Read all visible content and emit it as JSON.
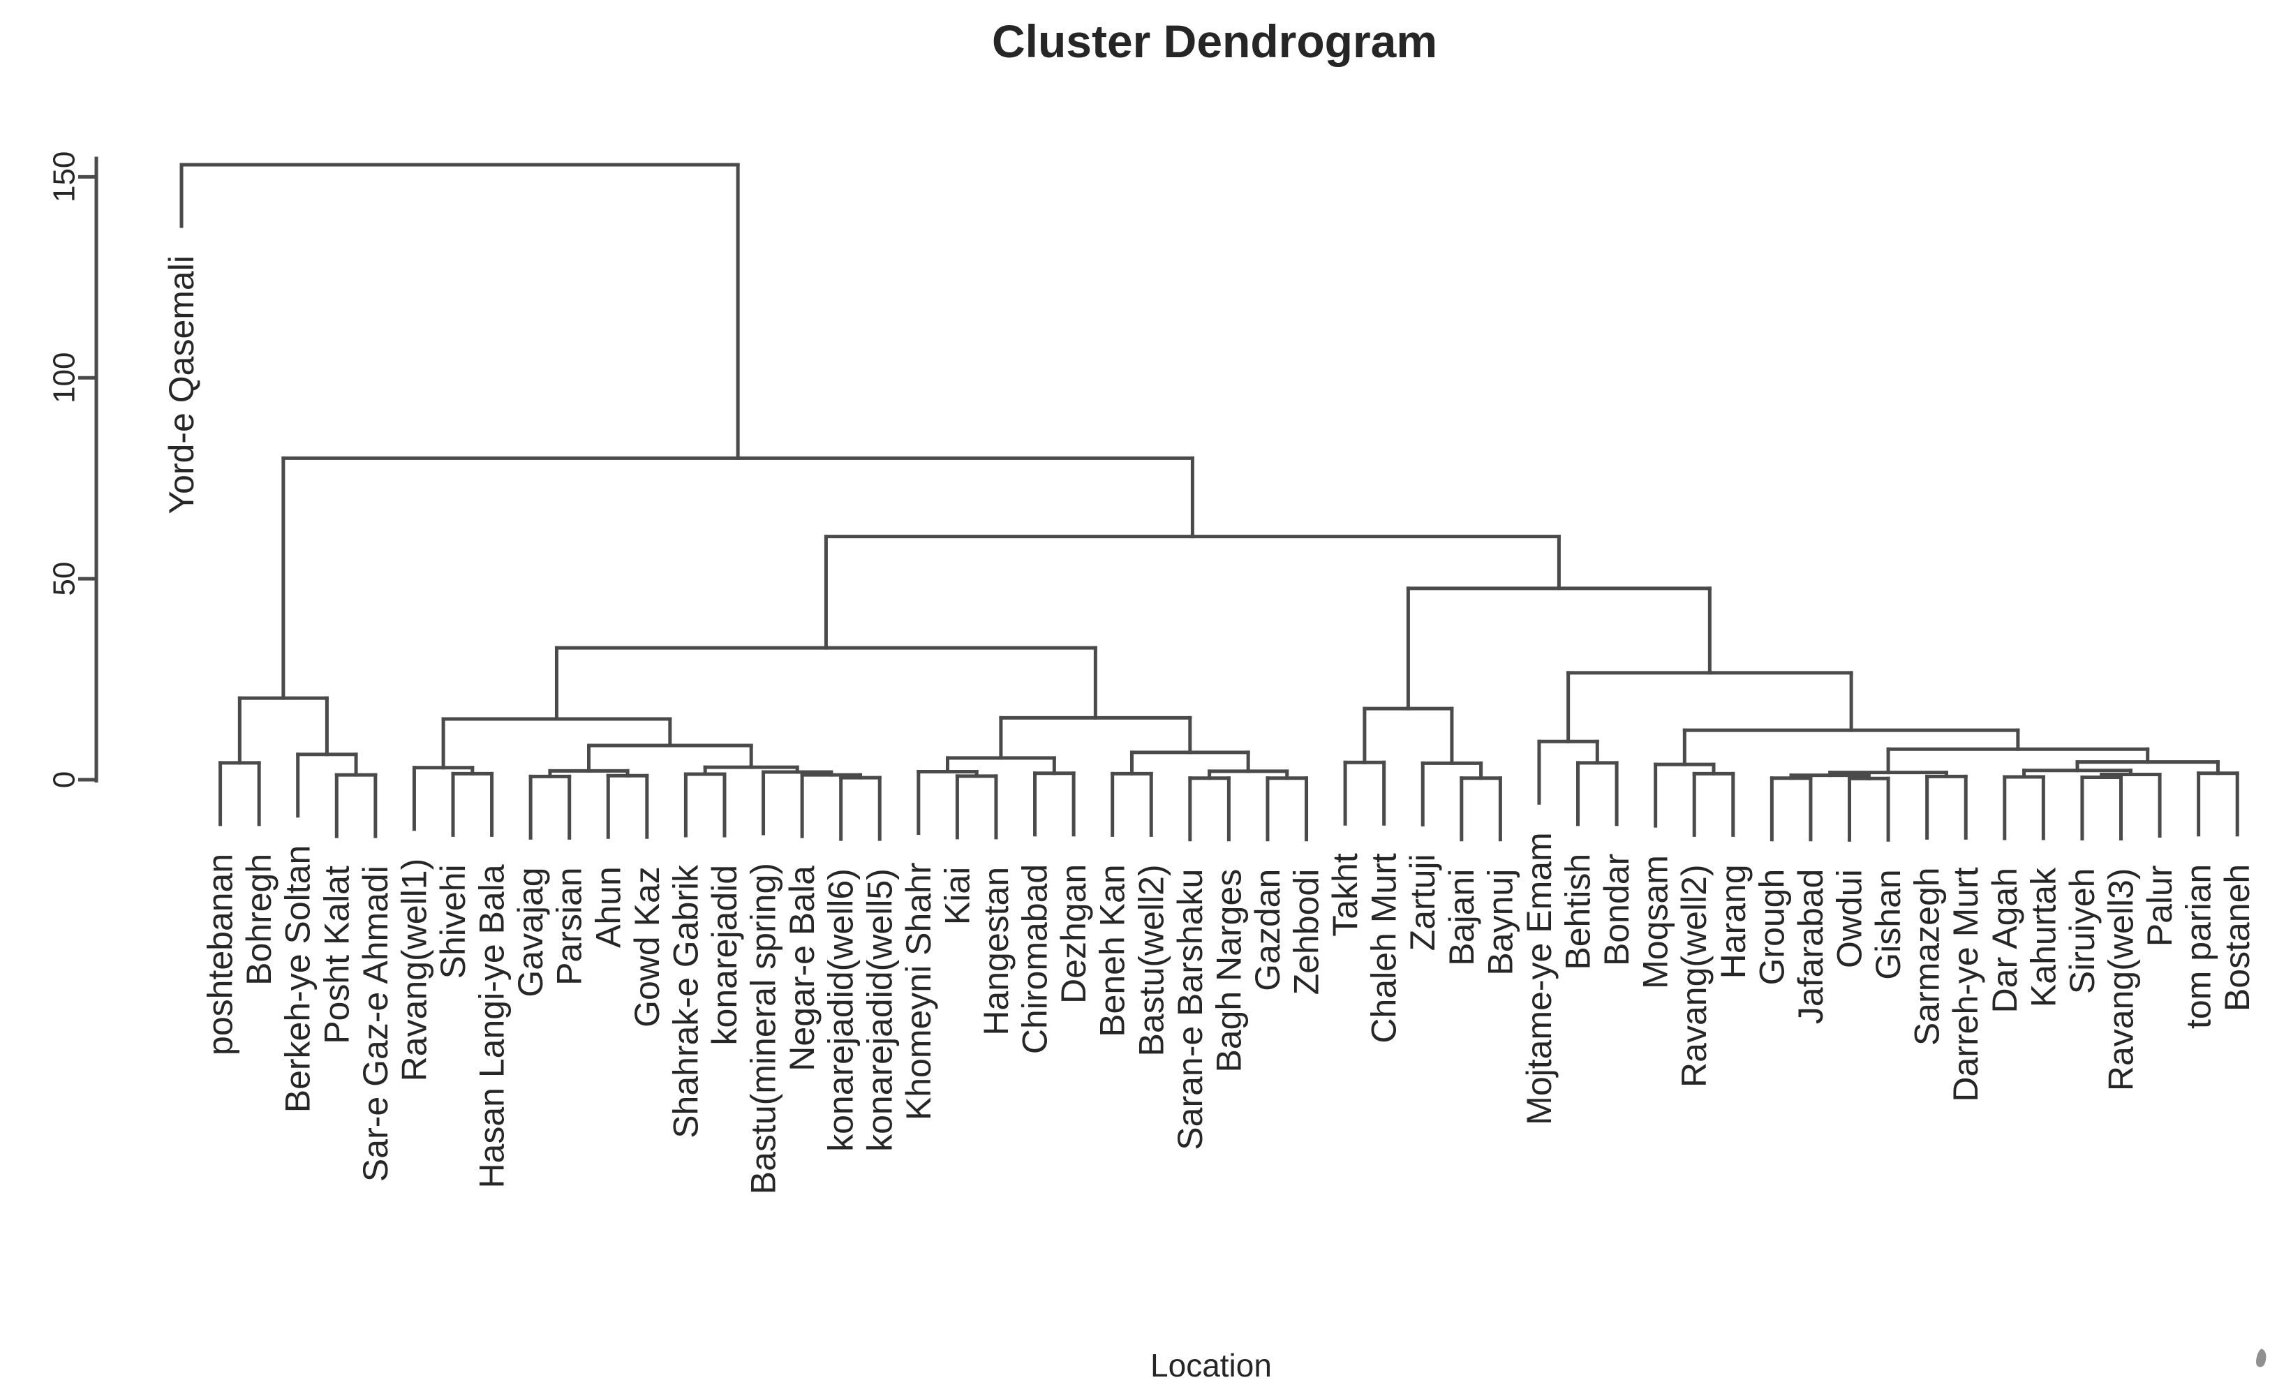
{
  "page": {
    "background": "#ffffff"
  },
  "chart_data": {
    "type": "dendrogram",
    "title": "Cluster Dendrogram",
    "xlabel": "Location",
    "ylabel": "",
    "y_axis": {
      "ticks": [
        0,
        50,
        100,
        150
      ],
      "range": [
        0,
        157
      ],
      "grid": false
    },
    "line_color": "#4a4a4a",
    "text_color": "#262626",
    "artifact_color": "#909090",
    "root_height": 153,
    "leaves": [
      "Yord-e Qasemali",
      "poshtebanan",
      "Bohregh",
      "Berkeh-ye Soltan",
      "Posht Kalat",
      "Sar-e Gaz-e Ahmadi",
      "Ravang(well1)",
      "Shivehi",
      "Hasan Langi-ye Bala",
      "Gavajag",
      "Parsian",
      "Ahun",
      "Gowd Kaz",
      "Shahrak-e Gabrik",
      "konarejadid",
      "Bastu(mineral spring)",
      "Negar-e Bala",
      "konarejadid(well6)",
      "konarejadid(well5)",
      "Khomeyni Shahr",
      "Kiai",
      "Hangestan",
      "Chiromabad",
      "Dezhgan",
      "Beneh Kan",
      "Bastu(well2)",
      "Saran-e Barshaku",
      "Bagh Narges",
      "Gazdan",
      "Zehbodi",
      "Takht",
      "Chaleh Murt",
      "Zartuji",
      "Bajani",
      "Baynuj",
      "Mojtame-ye Emam",
      "Behtish",
      "Bondar",
      "Moqsam",
      "Ravang(well2)",
      "Harang",
      "Grough",
      "Jafarabad",
      "Owdui",
      "Gishan",
      "Sarmazegh",
      "Darreh-ye Murt",
      "Dar Agah",
      "Kahurtak",
      "Siruiyeh",
      "Ravang(well3)",
      "Palur",
      "tom parian",
      "Bostaneh"
    ],
    "tree": {
      "h": 153,
      "c": [
        "Yord-e Qasemali",
        {
          "h": 80,
          "c": [
            {
              "h": 20.3,
              "c": [
                {
                  "h": 4.2,
                  "c": [
                    "poshtebanan",
                    "Bohregh"
                  ]
                },
                {
                  "h": 6.3,
                  "c": [
                    "Berkeh-ye Soltan",
                    {
                      "h": 1.2,
                      "c": [
                        "Posht Kalat",
                        "Sar-e Gaz-e Ahmadi"
                      ]
                    }
                  ]
                }
              ]
            },
            {
              "h": 60.5,
              "c": [
                {
                  "h": 32.8,
                  "c": [
                    {
                      "h": 15.1,
                      "c": [
                        {
                          "h": 3.0,
                          "c": [
                            "Ravang(well1)",
                            {
                              "h": 1.5,
                              "c": [
                                "Shivehi",
                                "Hasan Langi-ye Bala"
                              ]
                            }
                          ]
                        },
                        {
                          "h": 8.5,
                          "c": [
                            {
                              "h": 2.2,
                              "c": [
                                {
                                  "h": 0.8,
                                  "c": [
                                    "Gavajag",
                                    "Parsian"
                                  ]
                                },
                                {
                                  "h": 1.0,
                                  "c": [
                                    "Ahun",
                                    "Gowd Kaz"
                                  ]
                                }
                              ]
                            },
                            {
                              "h": 3.1,
                              "c": [
                                {
                                  "h": 1.4,
                                  "c": [
                                    "Shahrak-e Gabrik",
                                    "konarejadid"
                                  ]
                                },
                                {
                                  "h": 1.9,
                                  "c": [
                                    "Bastu(mineral spring)",
                                    {
                                      "h": 1.2,
                                      "c": [
                                        "Negar-e Bala",
                                        {
                                          "h": 0.5,
                                          "c": [
                                            "konarejadid(well6)",
                                            "konarejadid(well5)"
                                          ]
                                        }
                                      ]
                                    }
                                  ]
                                }
                              ]
                            }
                          ]
                        }
                      ]
                    },
                    {
                      "h": 15.4,
                      "c": [
                        {
                          "h": 5.4,
                          "c": [
                            {
                              "h": 2.0,
                              "c": [
                                "Khomeyni Shahr",
                                {
                                  "h": 0.9,
                                  "c": [
                                    "Kiai",
                                    "Hangestan"
                                  ]
                                }
                              ]
                            },
                            {
                              "h": 1.6,
                              "c": [
                                "Chiromabad",
                                "Dezhgan"
                              ]
                            }
                          ]
                        },
                        {
                          "h": 6.8,
                          "c": [
                            {
                              "h": 1.5,
                              "c": [
                                "Beneh Kan",
                                "Bastu(well2)"
                              ]
                            },
                            {
                              "h": 2.1,
                              "c": [
                                {
                                  "h": 0.4,
                                  "c": [
                                    "Saran-e Barshaku",
                                    "Bagh Narges"
                                  ]
                                },
                                {
                                  "h": 0.4,
                                  "c": [
                                    "Gazdan",
                                    "Zehbodi"
                                  ]
                                }
                              ]
                            }
                          ]
                        }
                      ]
                    }
                  ]
                },
                {
                  "h": 47.6,
                  "c": [
                    {
                      "h": 17.7,
                      "c": [
                        {
                          "h": 4.3,
                          "c": [
                            "Takht",
                            "Chaleh Murt"
                          ]
                        },
                        {
                          "h": 4.1,
                          "c": [
                            "Zartuji",
                            {
                              "h": 0.4,
                              "c": [
                                "Bajani",
                                "Baynuj"
                              ]
                            }
                          ]
                        }
                      ]
                    },
                    {
                      "h": 26.6,
                      "c": [
                        {
                          "h": 9.5,
                          "c": [
                            "Mojtame-ye Emam",
                            {
                              "h": 4.2,
                              "c": [
                                "Behtish",
                                "Bondar"
                              ]
                            }
                          ]
                        },
                        {
                          "h": 12.3,
                          "c": [
                            {
                              "h": 3.8,
                              "c": [
                                "Moqsam",
                                {
                                  "h": 1.5,
                                  "c": [
                                    "Ravang(well2)",
                                    "Harang"
                                  ]
                                }
                              ]
                            },
                            {
                              "h": 7.6,
                              "c": [
                                {
                                  "h": 1.8,
                                  "c": [
                                    {
                                      "h": 1.1,
                                      "c": [
                                        {
                                          "h": 0.4,
                                          "c": [
                                            "Grough",
                                            "Jafarabad"
                                          ]
                                        },
                                        {
                                          "h": 0.3,
                                          "c": [
                                            "Owdui",
                                            "Gishan"
                                          ]
                                        }
                                      ]
                                    },
                                    {
                                      "h": 0.8,
                                      "c": [
                                        "Sarmazegh",
                                        "Darreh-ye Murt"
                                      ]
                                    }
                                  ]
                                },
                                {
                                  "h": 4.4,
                                  "c": [
                                    {
                                      "h": 2.3,
                                      "c": [
                                        {
                                          "h": 0.7,
                                          "c": [
                                            "Dar Agah",
                                            "Kahurtak"
                                          ]
                                        },
                                        {
                                          "h": 1.3,
                                          "c": [
                                            {
                                              "h": 0.6,
                                              "c": [
                                                "Siruiyeh",
                                                "Ravang(well3)"
                                              ]
                                            },
                                            "Palur"
                                          ]
                                        }
                                      ]
                                    },
                                    {
                                      "h": 1.6,
                                      "c": [
                                        "tom parian",
                                        "Bostaneh"
                                      ]
                                    }
                                  ]
                                }
                              ]
                            }
                          ]
                        }
                      ]
                    }
                  ]
                }
              ]
            }
          ]
        }
      ]
    }
  }
}
